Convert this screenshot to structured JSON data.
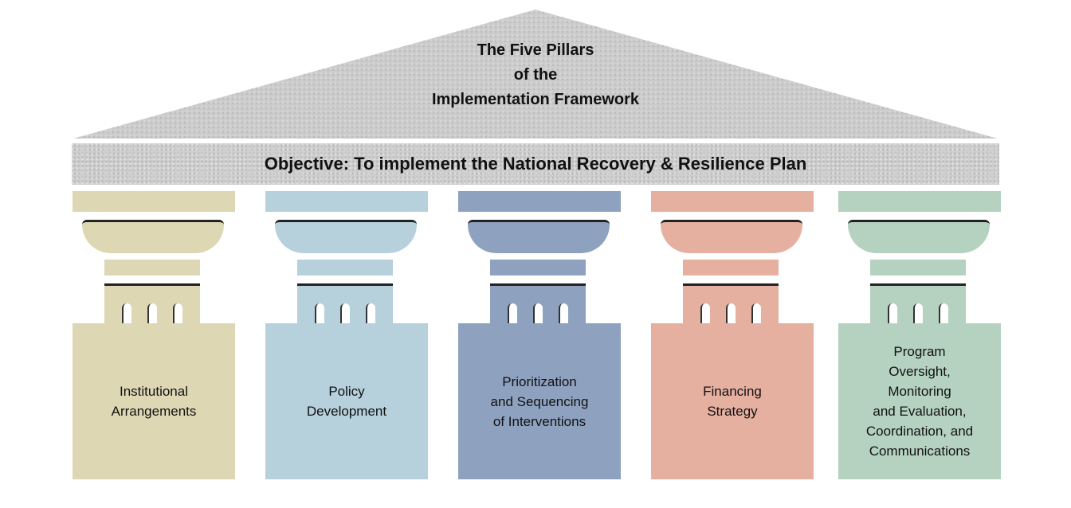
{
  "roof": {
    "title_lines": [
      "The Five Pillars",
      "of the",
      "Implementation Framework"
    ]
  },
  "objective": "Objective: To implement the National Recovery & Resilience Plan",
  "pillars": [
    {
      "lines": [
        "Institutional",
        "Arrangements"
      ],
      "color": "#ddd7b4"
    },
    {
      "lines": [
        "Policy",
        "Development"
      ],
      "color": "#b6d0dc"
    },
    {
      "lines": [
        "Prioritization",
        "and Sequencing",
        "of Interventions"
      ],
      "color": "#8ea2c0"
    },
    {
      "lines": [
        "Financing",
        "Strategy"
      ],
      "color": "#e6b0a1"
    },
    {
      "lines": [
        "Program",
        "Oversight,",
        "Monitoring",
        "and Evaluation,",
        "Coordination, and",
        "Communications"
      ],
      "color": "#b5d2c0"
    }
  ],
  "roof_color": "#cccccc"
}
